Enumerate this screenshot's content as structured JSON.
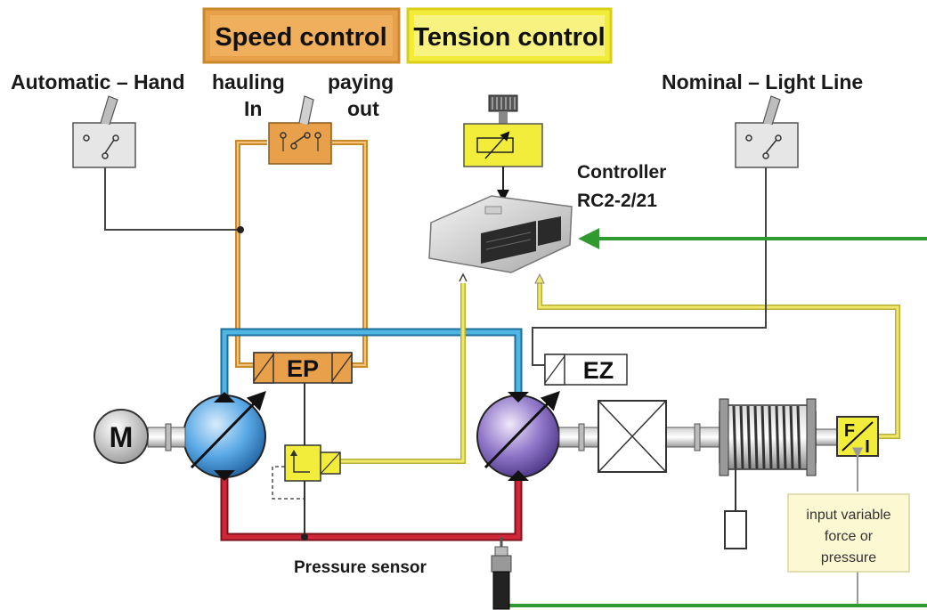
{
  "headers": {
    "speed_control": "Speed control",
    "tension_control": "Tension control"
  },
  "labels": {
    "automatic_hand": "Automatic – Hand",
    "hauling_in_1": "hauling",
    "hauling_in_2": "In",
    "paying_out_1": "paying",
    "paying_out_2": "out",
    "nominal_light_line": "Nominal – Light Line",
    "controller_1": "Controller",
    "controller_2": "RC2-2/21",
    "pressure_sensor": "Pressure sensor",
    "input_note_1": "input variable",
    "input_note_2": "force or",
    "input_note_3": "pressure"
  },
  "components": {
    "motor": "M",
    "ep_valve": "EP",
    "ez_valve": "EZ",
    "fi_converter_f": "F",
    "fi_converter_i": "I"
  },
  "colors": {
    "speed_orange": "#e8a04a",
    "orange_line": "#c98a2e",
    "tension_yellow": "#f2ec3a",
    "yellow_line": "#e9e06a",
    "blue_line": "#3aa6d6",
    "red_line": "#c4232f",
    "green_line": "#2f9a2f",
    "pump_blue": "#4da4e3",
    "motor_purple": "#8a6cc4"
  }
}
